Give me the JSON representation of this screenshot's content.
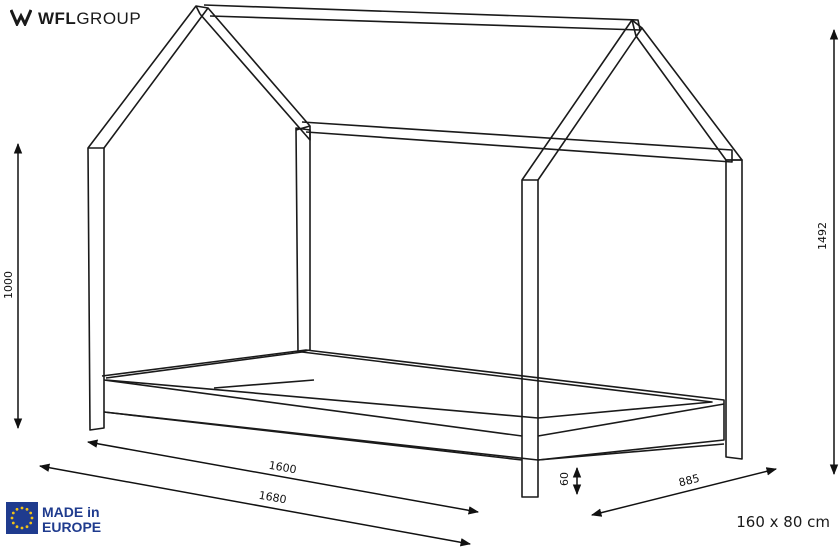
{
  "brand": {
    "name_bold": "WFL",
    "name_regular": "GROUP",
    "logo_icon": "wfl-chevron-logo-icon"
  },
  "badge": {
    "line1": "MADE in",
    "line2": "EUROPE",
    "icon": "eu-flag-icon",
    "flag_color": "#1f3b8e",
    "star_color": "#f3c316"
  },
  "dimensions": {
    "height_left": "1000",
    "height_total": "1492",
    "inner_length": "1600",
    "outer_length": "1680",
    "width": "885",
    "frame_height": "60"
  },
  "size_label": "160 x 80 cm",
  "line_color": "#1a1a1a"
}
